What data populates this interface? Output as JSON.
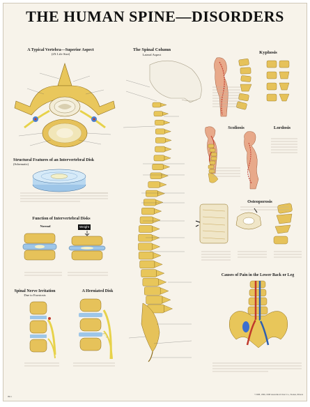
{
  "poster": {
    "title": "THE HUMAN SPINE—DISORDERS",
    "copyright": "©1988, 1996, 1998 Anatomical Chart Co., Skokie, Illinois",
    "catalog_no": "9911"
  },
  "vertebra": {
    "title": "A Typical Vertebra—Superior Aspect",
    "subtitle": "(2X Life Size)"
  },
  "disc_structure": {
    "title": "Structural Features of an Intervertebral Disk",
    "subtitle": "(Schematic)"
  },
  "disc_function": {
    "title": "Function of Intervertebral Disks",
    "normal": "Normal",
    "weight": "Weight"
  },
  "nerve_irritation": {
    "title": "Spinal Nerve Irritation",
    "subtitle": "Due to Exostosis"
  },
  "herniated": {
    "title": "A Herniated Disk"
  },
  "spinal_column": {
    "title": "The Spinal Column",
    "subtitle": "Lateral Aspect"
  },
  "kyphosis": {
    "title": "Kyphosis"
  },
  "scoliosis": {
    "title": "Scoliosis"
  },
  "lordosis": {
    "title": "Lordosis"
  },
  "osteoporosis": {
    "title": "Osteoporosis"
  },
  "low_back": {
    "title": "Causes of Pain in the Lower Back or Leg"
  }
}
